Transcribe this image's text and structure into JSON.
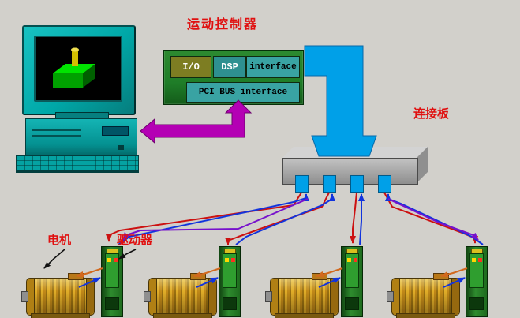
{
  "diagram": {
    "controller": {
      "title": "运动控制器",
      "blocks": {
        "io": "I/O",
        "dsp": "DSP",
        "interface": "interface",
        "bus": "PCI BUS interface"
      }
    },
    "connection_board": {
      "label": "连接板"
    },
    "motors": {
      "motor_label": "电机",
      "driver_label": "驱动器",
      "unit_count": 4
    }
  },
  "colors": {
    "background": "#d2d0cb",
    "label_red": "#e01010",
    "board_green": "#1f7d28",
    "block_teal": "#39a3a3",
    "block_olive": "#7d7d22",
    "pipe_blue": "#00a0e8",
    "arrow_magenta": "#b400b4",
    "wire_red": "#cc1111",
    "wire_blue": "#1133dd",
    "wire_purple": "#7711cc",
    "wire_orange": "#d2691e",
    "monitor_teal": "#00a8a8",
    "motor_gold": "#c08818",
    "driver_green": "#1e6b1e",
    "connection_gray": "#b0b0b0"
  }
}
